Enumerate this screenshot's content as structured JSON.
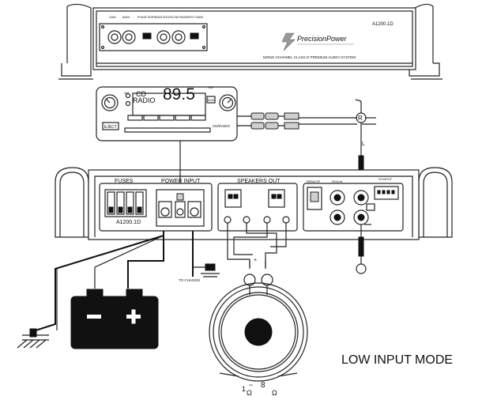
{
  "amp_top": {
    "model": "A1200.1D",
    "brand": "PrecisionPower",
    "subtitle": "MONO CHANNEL CLASS D PREMIUM AUDIO SYSTEM",
    "knob_labels": [
      "GAIN",
      "BASS",
      "PHASE SHIFT",
      "BASS BOOST",
      "LOW PASS",
      "INPUT SUBS"
    ]
  },
  "head_unit": {
    "frequency": "89.5",
    "mhz": "TNE",
    "cd": "CD",
    "radio": "RADIO",
    "eject": "EJECT",
    "cd_radio": "CD/RADIO",
    "band": "AM",
    "bass": "BASS"
  },
  "amp_front": {
    "fuses": "FUSES",
    "power_input": "POWER INPUT",
    "speakers_out": "SPEAKERS OUT",
    "model": "A1200.1D",
    "remote": "REMOTE",
    "rca_in": "RCA IN",
    "high_input": "HI INPUT"
  },
  "labels": {
    "rca_r": "R",
    "rca_l": "L",
    "to_chassis": "TO CHASSIS",
    "speaker_range_low": "1",
    "speaker_range_high": "8",
    "ohm": "Ω",
    "mode": "LOW INPUT MODE"
  }
}
